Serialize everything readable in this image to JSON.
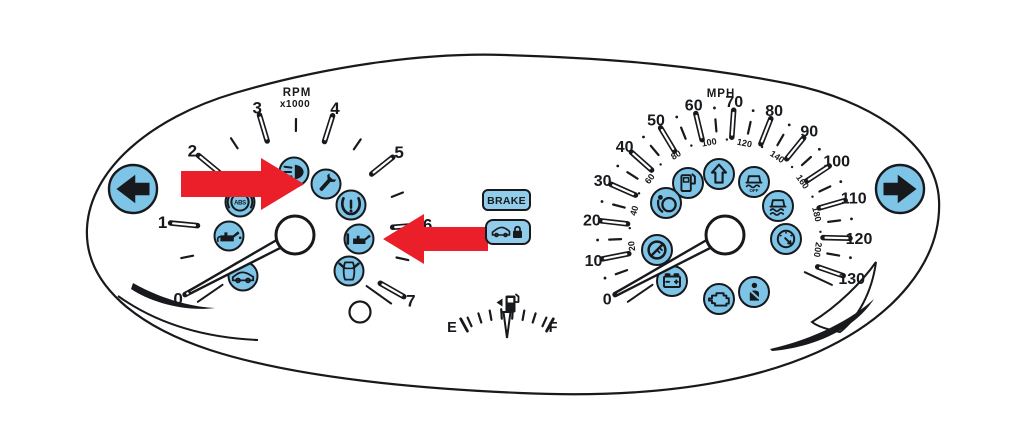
{
  "colors": {
    "icon_blue": "#7DC4E7",
    "badge_blue": "#92CCEB",
    "arrow_red": "#EA1F2A",
    "line": "#17191C",
    "background": "#FFFFFF"
  },
  "tachometer": {
    "title": "RPM",
    "subtitle": "x1000",
    "tick_labels": [
      "0",
      "1",
      "2",
      "3",
      "4",
      "5",
      "6",
      "7"
    ],
    "needle_at": "0",
    "warning_icons": [
      "headlight-icon",
      "wrench-icon",
      "abs-icon",
      "tire-pressure-icon",
      "oil-pressure-icon",
      "oil-level-icon",
      "door-ajar-icon",
      "doors-open-icon"
    ]
  },
  "speedometer": {
    "title": "MPH",
    "tick_labels": [
      "0",
      "10",
      "20",
      "30",
      "40",
      "50",
      "60",
      "70",
      "80",
      "90",
      "100",
      "110",
      "120",
      "130"
    ],
    "kmh_labels": [
      "20",
      "40",
      "60",
      "80",
      "100",
      "120",
      "140",
      "160",
      "180",
      "200"
    ],
    "needle_at": "0",
    "warning_icons": [
      "fuel-icon",
      "shift-up-icon",
      "traction-off-icon",
      "stability-control-icon",
      "cruise-icon",
      "airbag-icon",
      "security-icon",
      "battery-icon",
      "check-engine-icon",
      "seatbelt-icon"
    ]
  },
  "center_indicators": {
    "brake_label": "BRAKE",
    "security_badge_icon": "vehicle-lock-icon"
  },
  "fuel_gauge": {
    "empty_label": "E",
    "full_label": "F",
    "icon": "fuel-pump-icon"
  },
  "navigation": {
    "left_button_icon": "left-arrow-icon",
    "right_button_icon": "right-arrow-icon"
  },
  "icon_labels": {
    "abs-icon": "ABS",
    "traction-off-icon": "OFF"
  },
  "callouts": [
    {
      "name": "red-arrow-right",
      "direction": "right",
      "points_to": "headlight-icon"
    },
    {
      "name": "red-arrow-left",
      "direction": "left",
      "points_to": "oil-level-icon"
    }
  ]
}
